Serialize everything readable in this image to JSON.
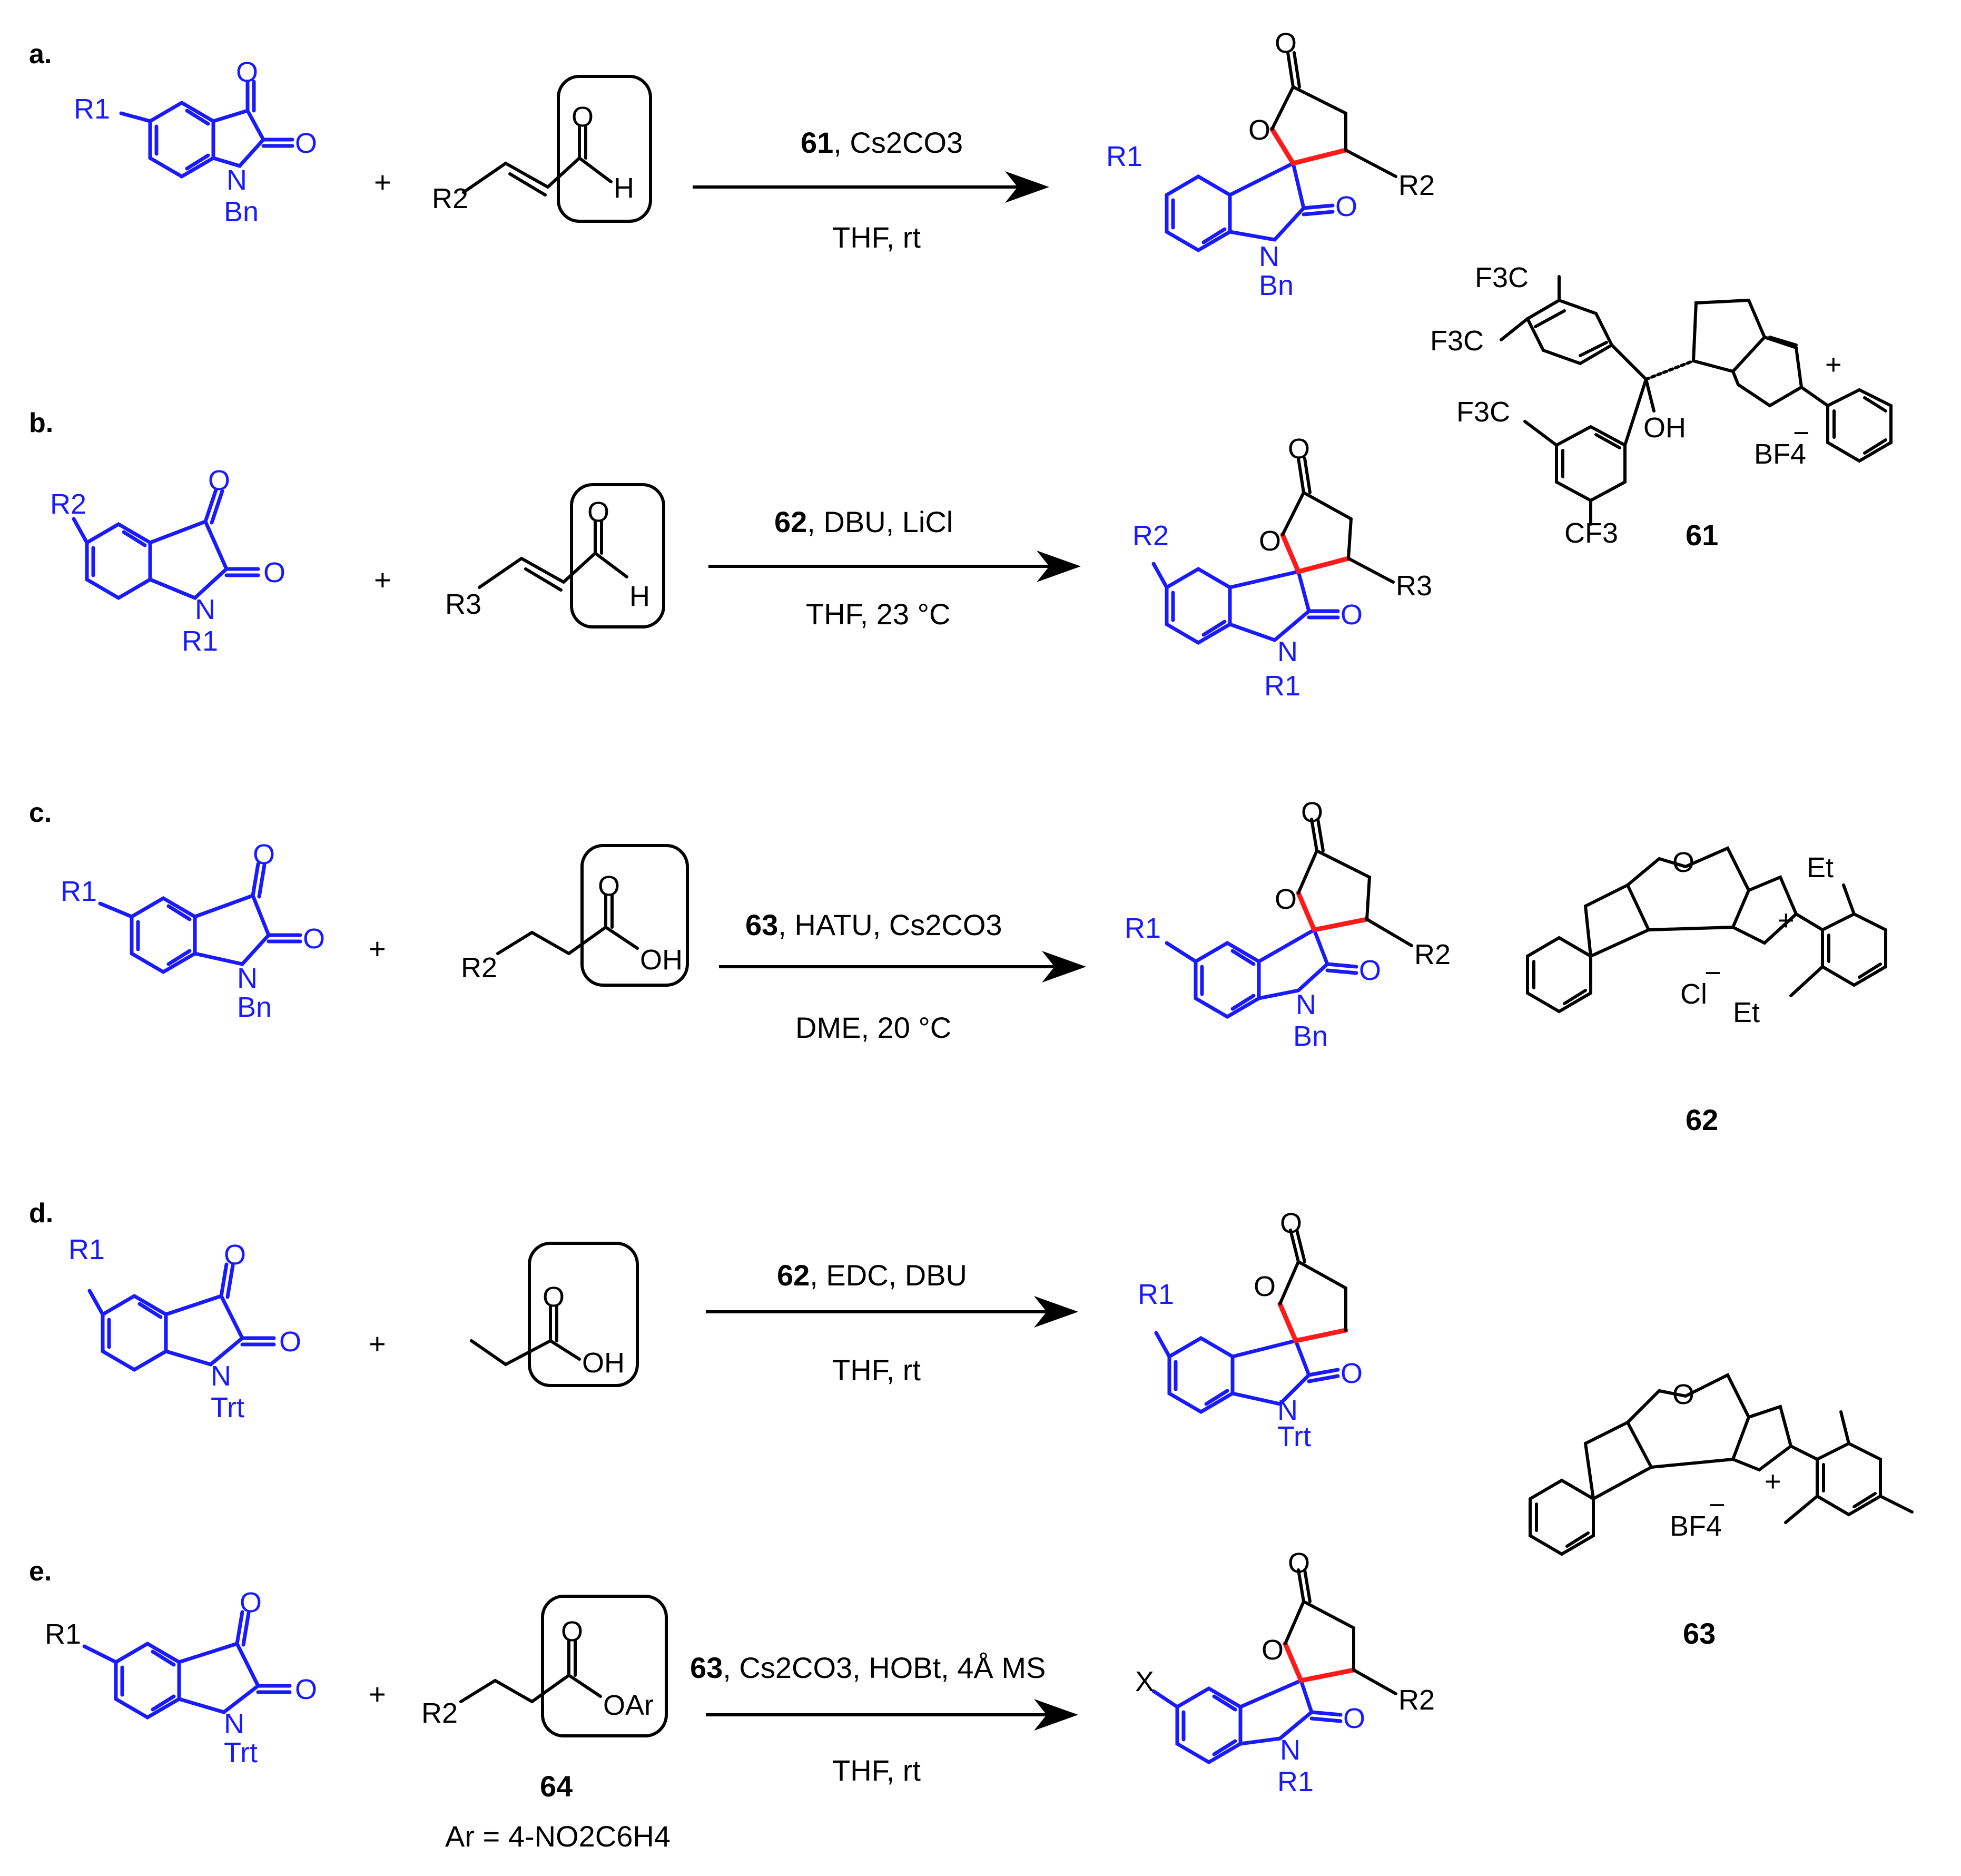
{
  "schemes": [
    {
      "label": "a.",
      "reagent_num": "61",
      "reagent_rest": ", Cs2CO3",
      "condition": "THF, rt",
      "sm_sub": "R1",
      "sm_n": "N",
      "sm_n_sub": "Bn",
      "partner_sub": "R2",
      "partner_group": "H",
      "prod_sub": "R1",
      "prod_r": "R2",
      "prod_n_sub": "Bn"
    },
    {
      "label": "b.",
      "reagent_num": "62",
      "reagent_rest": ", DBU, LiCl",
      "condition": "THF, 23 °C",
      "sm_sub": "R2",
      "sm_n": "N",
      "sm_n_sub": "R1",
      "partner_sub": "R3",
      "partner_group": "H",
      "prod_sub": "R2",
      "prod_r": "R3",
      "prod_n_sub": "R1"
    },
    {
      "label": "c.",
      "reagent_num": "63",
      "reagent_rest": ", HATU, Cs2CO3",
      "condition": "DME, 20 °C",
      "sm_sub": "R1",
      "sm_n": "N",
      "sm_n_sub": "Bn",
      "partner_sub": "R2",
      "partner_group": "OH",
      "prod_sub": "R1",
      "prod_r": "R2",
      "prod_n_sub": "Bn"
    },
    {
      "label": "d.",
      "reagent_num": "62",
      "reagent_rest": ", EDC, DBU",
      "condition": "THF, rt",
      "sm_sub": "R1",
      "sm_n": "N",
      "sm_n_sub": "Trt",
      "partner_sub": "",
      "partner_group": "OH",
      "prod_sub": "R1",
      "prod_r": "",
      "prod_n_sub": "Trt"
    },
    {
      "label": "e.",
      "reagent_num": "63",
      "reagent_rest": ", Cs2CO3, HOBt, 4Å MS",
      "condition": "THF, rt",
      "sm_sub": "R1",
      "sm_n": "N",
      "sm_n_sub": "Trt",
      "partner_sub": "R2",
      "partner_group": "OAr",
      "prod_sub": "X",
      "prod_r": "R2",
      "prod_n_sub": "R1"
    }
  ],
  "plus": "+",
  "atom_o": "O",
  "compound_64": {
    "number": "64",
    "note": "Ar = 4-NO2C6H4"
  },
  "catalysts": [
    {
      "number": "61",
      "counterion": "BF4",
      "charge": "+",
      "groups": [
        "F3C",
        "F3C",
        "F3C",
        "CF3",
        "OH"
      ]
    },
    {
      "number": "62",
      "counterion": "Cl",
      "charge": "+",
      "groups": [
        "Et",
        "Et"
      ]
    },
    {
      "number": "63",
      "counterion": "BF4",
      "charge": "+",
      "groups": []
    }
  ],
  "colors": {
    "substrate": "#1a1aff",
    "new_bond": "#ff1a1a",
    "text": "#000000"
  }
}
